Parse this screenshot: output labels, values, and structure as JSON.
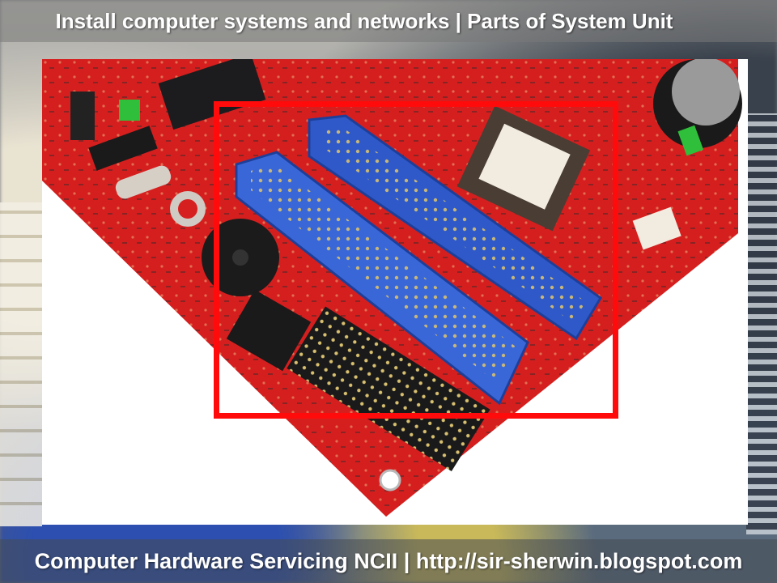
{
  "header": {
    "title": "Install computer systems and networks | Parts of System Unit"
  },
  "footer": {
    "caption": "Computer Hardware Servicing NCII | http://sir-sherwin.blogspot.com"
  },
  "photo": {
    "subject": "motherboard-ide-connectors",
    "highlight_color": "#ff0b0b",
    "board_color": "#d61f1f",
    "connector_color": "#3a67d8"
  }
}
